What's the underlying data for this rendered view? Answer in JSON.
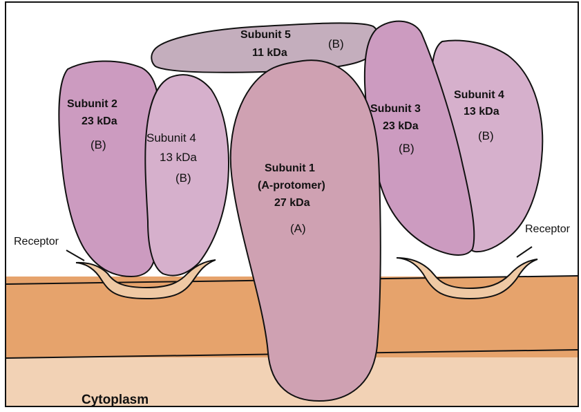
{
  "colors": {
    "membrane": "#e6a36c",
    "cytoplasm": "#f2d2b5",
    "receptor": "#efc9a4",
    "subunit_dark": "#cc9bc0",
    "subunit_light": "#d6b0cc",
    "subunit_a": "#cfa1b2",
    "subunit_5": "#c4aebd",
    "outline": "#111111"
  },
  "subunits": {
    "s5": {
      "name": "Subunit 5",
      "mass": "11 kDa",
      "type": "(B)"
    },
    "s2": {
      "name": "Subunit 2",
      "mass": "23 kDa",
      "type": "(B)"
    },
    "s4_left": {
      "name": "Subunit 4",
      "mass": "13 kDa",
      "type": "(B)"
    },
    "s1": {
      "name": "Subunit 1",
      "sub": "(A-protomer)",
      "mass": "27 kDa",
      "type": "(A)"
    },
    "s3": {
      "name": "Subunit 3",
      "mass": "23 kDa",
      "type": "(B)"
    },
    "s4_right": {
      "name": "Subunit 4",
      "mass": "13 kDa",
      "type": "(B)"
    }
  },
  "labels": {
    "receptor_left": "Receptor",
    "receptor_right": "Receptor",
    "cytoplasm": "Cytoplasm"
  }
}
